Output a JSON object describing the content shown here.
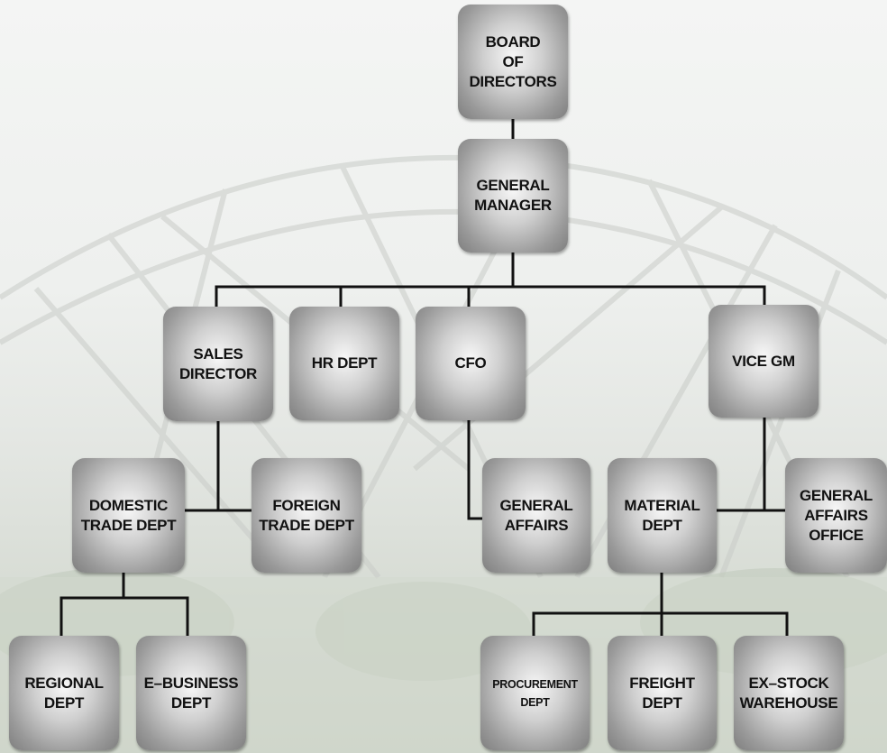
{
  "org_chart": {
    "board": "BOARD\nOF\nDIRECTORS",
    "general_manager": "GENERAL\nMANAGER",
    "sales_director": "SALES\nDIRECTOR",
    "hr_dept": "HR DEPT",
    "cfo": "CFO",
    "vice_gm": "VICE GM",
    "domestic_trade_dept": "DOMESTIC\nTRADE DEPT",
    "foreign_trade_dept": "FOREIGN\nTRADE DEPT",
    "general_affairs": "GENERAL\nAFFAIRS",
    "material_dept": "MATERIAL\nDEPT",
    "general_affairs_office": "GENERAL\nAFFAIRS\nOFFICE",
    "regional_dept": "REGIONAL\nDEPT",
    "e_business_dept": "E–BUSINESS\nDEPT",
    "procurement_dept": "PROCUREMENT\nDEPT",
    "freight_dept": "FREIGHT\nDEPT",
    "ex_stock_warehouse": "EX–STOCK\nWAREHOUSE"
  },
  "colors": {
    "connector": "#111111",
    "node_dark": "#7e7e7e",
    "node_light": "#f7f7f7",
    "text": "#111111"
  }
}
